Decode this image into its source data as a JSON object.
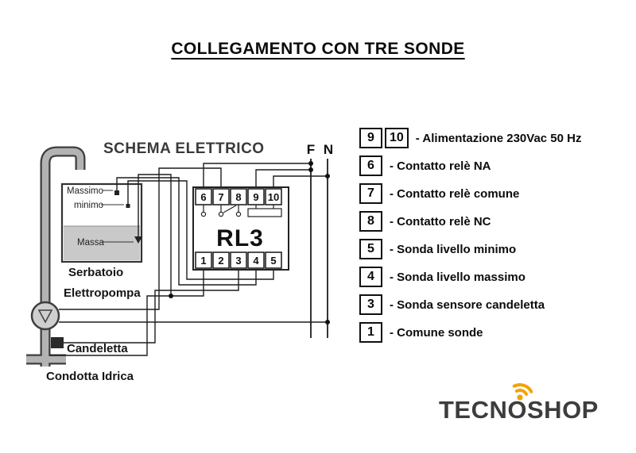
{
  "page": {
    "title": "COLLEGAMENTO CON TRE SONDE"
  },
  "schematic": {
    "title": "SCHEMA ELETTRICO",
    "phase_label": "F",
    "neutral_label": "N",
    "relay_label": "RL3",
    "top_terminals": [
      "6",
      "7",
      "8",
      "9",
      "10"
    ],
    "bottom_terminals": [
      "1",
      "2",
      "3",
      "4",
      "5"
    ],
    "tank": {
      "max_label": "Massimo",
      "min_label": "minimo",
      "mass_label": "Massa",
      "name": "Serbatoio"
    },
    "pump_label": "Elettropompa",
    "candle_label": "Candeletta",
    "pipe_label": "Condotta Idrica"
  },
  "legend": {
    "rows": [
      {
        "box": "9",
        "box2": "10",
        "label": "- Alimentazione 230Vac 50 Hz"
      },
      {
        "box": "6",
        "label": "- Contatto relè NA"
      },
      {
        "box": "7",
        "label": "- Contatto relè comune"
      },
      {
        "box": "8",
        "label": "- Contatto relè NC"
      },
      {
        "box": "5",
        "label": "- Sonda livello minimo"
      },
      {
        "box": "4",
        "label": "- Sonda livello massimo"
      },
      {
        "box": "3",
        "label": "- Sonda sensore candeletta"
      },
      {
        "box": "1",
        "label": "- Comune sonde"
      }
    ]
  },
  "logo": {
    "text": "TECNOSHOP",
    "accent_color": "#F2A305"
  }
}
